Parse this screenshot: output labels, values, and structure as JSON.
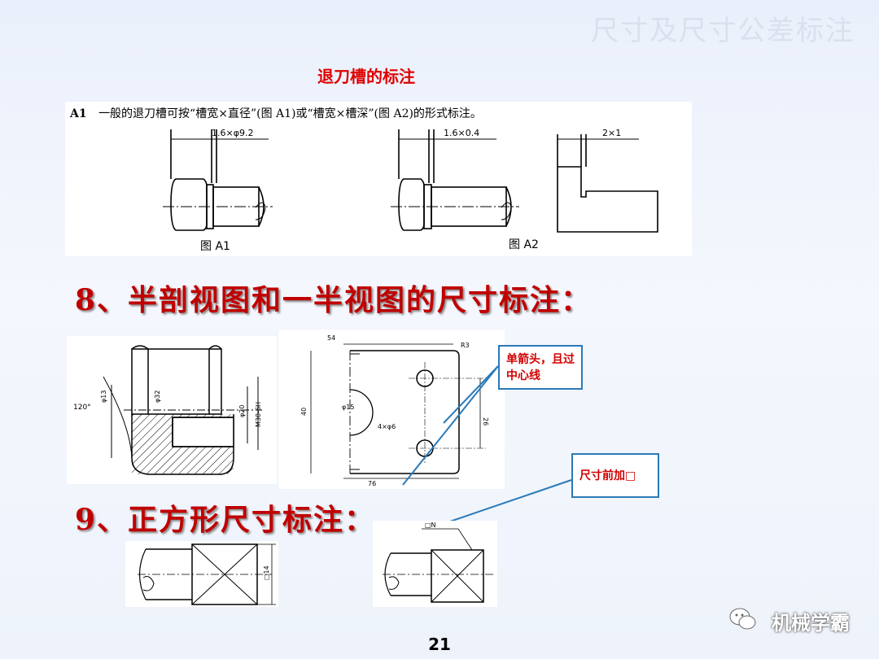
{
  "header": {
    "title": "尺寸及尺寸公差标注"
  },
  "undercut": {
    "title": "退刀槽的标注",
    "caption_prefix": "A1",
    "caption": "一般的退刀槽可按“槽宽×直径”(图 A1)或“槽宽×槽深”(图 A2)的形式标注。",
    "dim_a1": "1.6×φ9.2",
    "dim_a2_left": "1.6×0.4",
    "dim_a2_right": "2×1",
    "fig_a1": "图 A1",
    "fig_a2": "图 A2"
  },
  "section8": {
    "heading": "8、半剖视图和一半视图的尺寸标注：",
    "left_dims": {
      "angle": "120°",
      "d13": "φ13",
      "d32": "φ32",
      "d20": "φ20",
      "thread": "M30-6H"
    },
    "right_dims": {
      "top": "54",
      "r": "R3",
      "height": "40",
      "d15": "φ15",
      "holes": "4×φ6",
      "d26": "26",
      "bottom": "76"
    },
    "callout": "单箭头，且过中心线"
  },
  "section9": {
    "heading": "9、正方形尺寸标注：",
    "left_dim": "□14",
    "right_dim": "□N",
    "callout": "尺寸前加□"
  },
  "footer": {
    "page": "21",
    "watermark": "机械学霸"
  },
  "colors": {
    "heading": "#c00000",
    "callout_border": "#2a7ab8",
    "callout_text": "#d00000"
  }
}
